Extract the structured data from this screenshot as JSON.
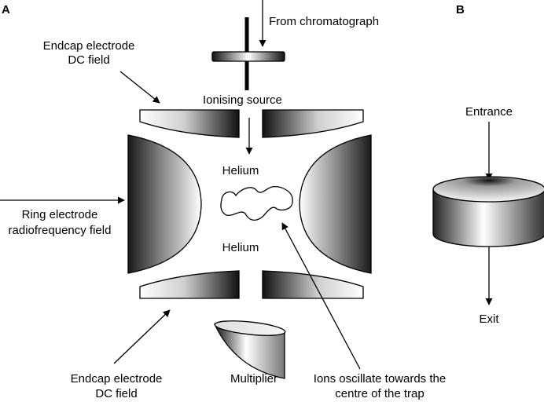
{
  "panels": {
    "a": "A",
    "b": "B"
  },
  "labels": {
    "from_chromatograph": "From chromatograph",
    "endcap_top_line1": "Endcap electrode",
    "endcap_top_line2": "DC field",
    "ionising_source": "Ionising source",
    "helium_top": "Helium",
    "helium_bottom": "Helium",
    "ring_line1": "Ring electrode",
    "ring_line2": "radiofrequency field",
    "endcap_bottom_line1": "Endcap electrode",
    "endcap_bottom_line2": "DC field",
    "multiplier": "Multiplier",
    "ions_line1": "Ions oscillate towards the",
    "ions_line2": "centre of the trap",
    "entrance": "Entrance",
    "exit": "Exit"
  }
}
